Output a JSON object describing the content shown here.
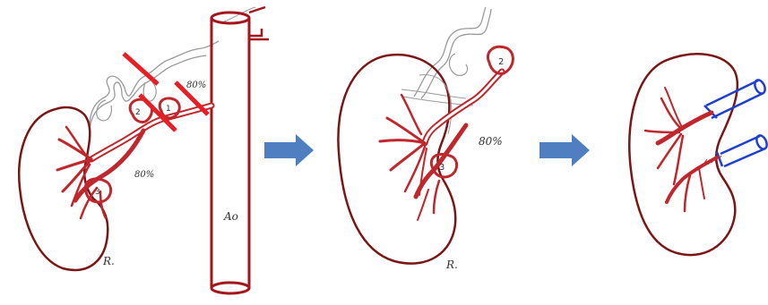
{
  "colors": {
    "kidney_outline": "#7a1616",
    "artery": "#c0272d",
    "artery_dark": "#8e1b1f",
    "clip_red": "#e81e25",
    "arrow_blue": "#4f7fc0",
    "vein_blue": "#1f3fd0",
    "pencil_gray": "#9a9a9a"
  },
  "panels": [
    {
      "id": "panel-1",
      "labels": {
        "side": "R.",
        "aorta": "Ao",
        "branch_2": "2",
        "branch_1": "1",
        "branch_3": "3",
        "stenosis_upper": "80%",
        "stenosis_lower": "80%"
      }
    },
    {
      "id": "panel-2",
      "labels": {
        "side": "R.",
        "branch_2": "2",
        "branch_3": "3",
        "stenosis": "80%"
      }
    },
    {
      "id": "panel-3",
      "labels": {}
    }
  ],
  "arrows": [
    {
      "from": "panel-1",
      "to": "panel-2",
      "icon": "right-arrow-icon"
    },
    {
      "from": "panel-2",
      "to": "panel-3",
      "icon": "right-arrow-icon"
    }
  ]
}
